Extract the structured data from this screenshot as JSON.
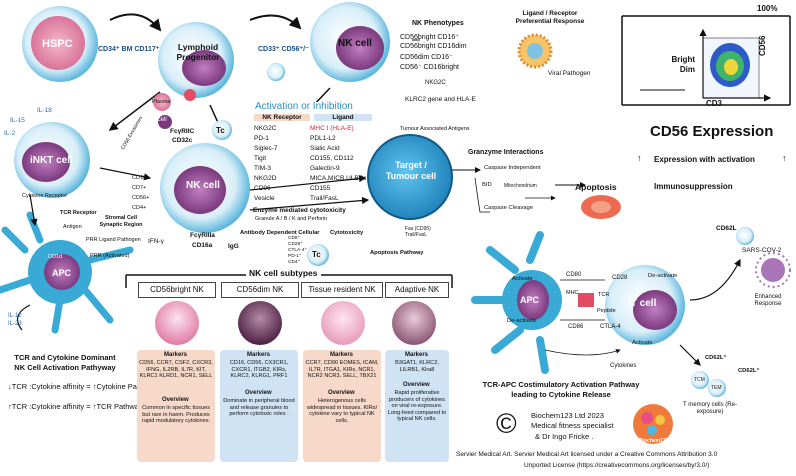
{
  "colors": {
    "cyan": "#39a9d6",
    "pink": "#e58aa6",
    "navy": "#1b2a6b",
    "purple": "#7a3f7a",
    "panel_peach": "#f6d9c9",
    "panel_blue": "#cfe3f4"
  },
  "top": {
    "hspc": "HSPC",
    "cd34": "CD34⁺ BM CD117⁺",
    "lymphoid": "Lymphoid Progenitor",
    "cd33": "CD33⁺ CD56⁺/⁻",
    "nkt": "iNKT cell",
    "nk_cell": "NK cell",
    "phenotypes_title": "NK Phenotypes",
    "phenotypes": [
      "CD56bright CD16⁺",
      "CD56bright CD16dim",
      "CD56dim CD16⁻",
      "CD56⁻ CD16bright"
    ],
    "ligand_title": "Ligand / Receptor Preferential Response",
    "viral": "Viral Pathogen",
    "nkg2c": "NKG2C",
    "klrc2": "KLRC2 gene and HLA-E"
  },
  "flow": {
    "percent": "100%",
    "bright_dim": "Bright Dim",
    "cd3": "CD3",
    "cd56": "CD56",
    "expression_title": "CD56 Expression",
    "expression_activation": "Expression with activation",
    "immuno": "Immunosuppression"
  },
  "left": {
    "il18": "IL-18",
    "il15": "IL-15",
    "il2": "IL-2",
    "inkt": "iNKT cell",
    "cytokine_receptor": "Cytokine Receptor",
    "tcr_receptor": "TCR Receptor",
    "antigen": "Antigen",
    "cd1d": "CD1d",
    "prr_ligand": "PRR Ligand Pathogen",
    "prr_active": "PRR (Activated)",
    "apc": "APC",
    "il12": "IL-12",
    "il23": "IL-23",
    "pathway_title": "TCR and Cytokine Dominant NK Cell Activation Pathyway",
    "line1a": "TCR :Cytokine affinity =",
    "line1b": "Cytokine Pathyway activation.",
    "line2a": "TCR :Cytokine affinity =",
    "line2b": "TCR Pathway activation."
  },
  "mid": {
    "plasma": "Plasma",
    "b_cell": "B cell",
    "tc": "Tc",
    "fcyriic": "FcγRIIC",
    "cd32c": "CD32c",
    "activation_title": "Activation or Inhibition",
    "receptor_head": "NK Receptor",
    "ligand_head": "Ligand",
    "receptors": [
      {
        "r": "NKG2C",
        "l": "MHC I (HLA-E)"
      },
      {
        "r": "PD-1",
        "l": "PDL1-L2"
      },
      {
        "r": "Siglec-7",
        "l": "Sialic Acid"
      },
      {
        "r": "Tigit",
        "l": "CD155, CD112"
      },
      {
        "r": "TIM-3",
        "l": "Galectin-9"
      },
      {
        "r": "NKG2D",
        "l": "MICA,MICB,ULBPs"
      },
      {
        "r": "CD96",
        "l": "CD155"
      },
      {
        "r": "Vesicle",
        "l": "Trail/FasL"
      }
    ],
    "nk_center": "NK cell",
    "markers_side": [
      "CD16a",
      "CD7+",
      "CD56+",
      "CD4+"
    ],
    "cd56_exosomes": "CD56 Exosomes",
    "stromal": "Stromal Cell Synaptic Region",
    "ifn": "IFN-γ",
    "fcyriiia": "FcγRIIIa",
    "cd16a": "CD16a",
    "igg": "IgG",
    "enzyme": "Enzyme mediated cytotoxicity",
    "granule": "Granule A / B / K and Perforin",
    "adcc": "Antibody Dependent Cellular",
    "cytotoxicity": "Cytotoxicity",
    "tc2": "Tc",
    "checkpoint": [
      "CD8⁺",
      "CD28⁺",
      "CTLA-4⁺",
      "PD-1⁺",
      "CD4⁺"
    ]
  },
  "target": {
    "label": "Target / Tumour cell",
    "taa": "Tumour Associated Antigens",
    "granzyme": "Granzyme Interactions",
    "caspase_ind": "Caspase Independent",
    "bid": "BID",
    "mito": "Mitochondrium",
    "caspase_cleave": "Caspase Cleavage",
    "apoptosis": "Apoptosis",
    "apop_path": "Apoptosis Pathway",
    "fas": "Fas (CD95) Trail/FasL"
  },
  "subtypes": {
    "title": "NK cell subtypes",
    "cards": [
      {
        "head": "CD56bright NK",
        "markers": "CD56, CCR7, CSF2, CXCR3, IFNG, IL2RB, IL7R, KIT, KLRC1 KLRD1, NCR1, SELL",
        "overview": "Common in specific tissues but rare in haem. Produces rapid modulatory cytokines."
      },
      {
        "head": "CD56dim NK",
        "markers": "CD16, CD56, CX3CR1, CXCR1, ITGB2, KIRs, KLRC2, KLRG1, PRF1",
        "overview": "Dominate in peripheral blood and release granules to perform cytotoxic roles ."
      },
      {
        "head": "Tissue resident NK",
        "markers": "CCR7, CD90 EOMES, ICAM, IL7R, ITGA1, KIRs, NCR1, NCR2 NCR3, SELL, TBX21",
        "overview": "Heterogenous cells widespread in tissues. KIRs/ cytokine vary to typical NK cells."
      },
      {
        "head": "Adaptive NK",
        "markers": "B3GAT1, KLRC2, LILRB1, Klra8",
        "overview": "Rapid proliferative producers of cytokines on viral re-exposure. Long-lived compared to typical NK cells."
      }
    ],
    "markers_label": "Markers",
    "overview_label": "Overview"
  },
  "right": {
    "apc": "APC",
    "it": "iT cell",
    "activate1": "Activate",
    "deact1": "De-activate",
    "deact2": "De-activate",
    "activate2": "Activate",
    "cd80": "CD80",
    "cd28": "CD28",
    "mhc": "MHC",
    "tcr": "TCR",
    "peptide": "Peptide",
    "cd86": "CD86",
    "ctla4": "CTLA-4",
    "cytokines": "Cytokines",
    "cd62l": "CD62L",
    "cd62l2": "CD62L⁺",
    "cd62l3": "CD62L⁺",
    "tcm": "TCM",
    "tem": "TEM",
    "tmem": "T memory cells (Re-exposure)",
    "sars": "SARS-COV-2",
    "enhanced": "Enhanced Response",
    "costim_title": "TCR-APC Costimulatory Activation Pathway leading to Cytokine Release"
  },
  "credits": {
    "copyright": "©",
    "biochem": "Biochem123 Ltd 2023",
    "specialist": "Medical fitness specialist",
    "author": "& Dr Ingo Fricke .",
    "logo": "Biochem123",
    "license1": "Servier Medical Art. Servier Medical Art licensed under a Creative Commons Attribution 3.0",
    "license2": "Unported License (https://creativecommons.org/licenses/by/3.0/)"
  }
}
